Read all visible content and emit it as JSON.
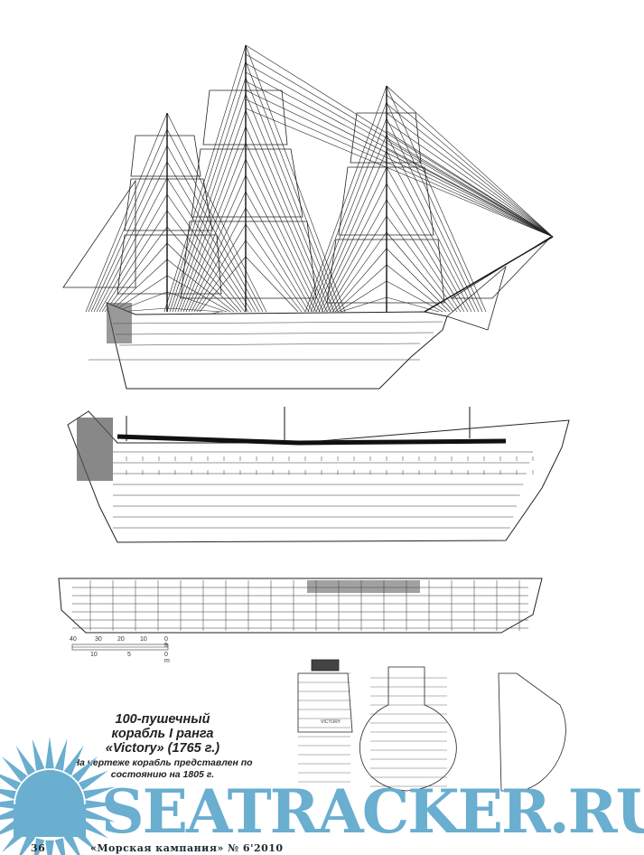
{
  "caption": {
    "title_line1": "100-пушечный",
    "title_line2": "корабль I ранга",
    "title_line3": "«Victory» (1765 г.)",
    "note": "На чертеже корабль представлен по состоянию на 1805 г."
  },
  "scale_bar": {
    "feet_labels": [
      "40",
      "30",
      "20",
      "10",
      "0 ft"
    ],
    "meter_labels": [
      "10",
      "5",
      "0 m"
    ]
  },
  "drawing_labels": {
    "stern_name": "VICTORY"
  },
  "footer": {
    "page_number": "36",
    "magazine": "«Морская кампания» № 6'2010"
  },
  "watermark": {
    "text": "SEATRACKER.RU",
    "color": "#6aaed0"
  }
}
